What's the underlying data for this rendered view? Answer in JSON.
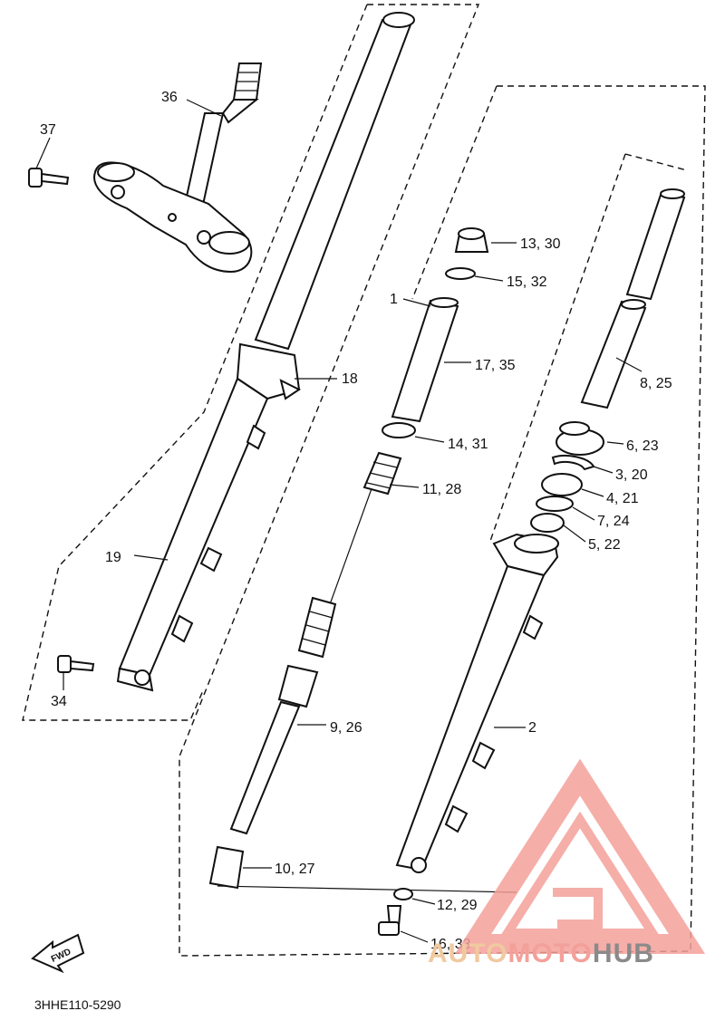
{
  "diagram_code": "3HHE110-5290",
  "direction_label": "FWD",
  "watermark": {
    "part1": "AUTO",
    "part2": "MOTO",
    "part3": "HUB",
    "color_primary": "#f4a09a",
    "color_accent": "#f0c9a0",
    "color_dark": "#8a8a8a"
  },
  "callouts": {
    "c1": "1",
    "c2": "2",
    "c3": "3, 20",
    "c4": "4, 21",
    "c5": "5, 22",
    "c6": "6, 23",
    "c7": "7, 24",
    "c8": "8, 25",
    "c9": "9, 26",
    "c10": "10, 27",
    "c11": "11, 28",
    "c12": "12, 29",
    "c13": "13, 30",
    "c14": "14, 31",
    "c15": "15, 32",
    "c16": "16, 33",
    "c17": "17, 35",
    "c18": "18",
    "c19": "19",
    "c34": "34",
    "c36": "36",
    "c37": "37"
  }
}
